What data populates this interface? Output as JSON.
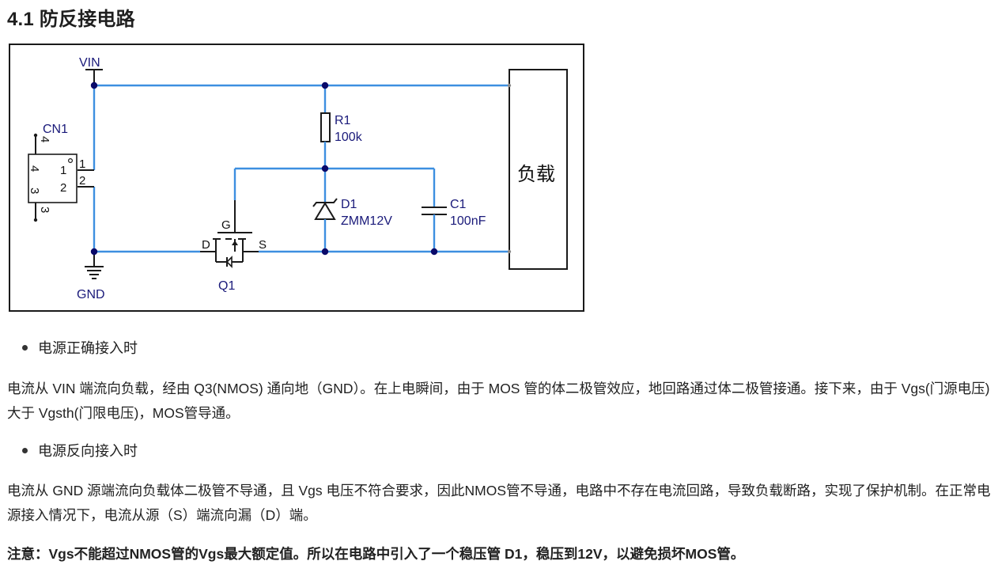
{
  "section": {
    "title": "4.1 防反接电路"
  },
  "circuit": {
    "vin_label": "VIN",
    "gnd_label": "GND",
    "connector": {
      "ref": "CN1",
      "pins": [
        "1",
        "2",
        "3",
        "4"
      ]
    },
    "r1": {
      "ref": "R1",
      "value": "100k"
    },
    "d1": {
      "ref": "D1",
      "value": "ZMM12V"
    },
    "c1": {
      "ref": "C1",
      "value": "100nF"
    },
    "q1": {
      "ref": "Q1",
      "gate": "G",
      "drain": "D",
      "source": "S"
    },
    "load_label": "负载",
    "wire_color": "#3d8fe0",
    "junction_color": "#0a0a6a",
    "label_color": "#1a1a7a"
  },
  "sections": [
    {
      "bullet": "电源正确接入时",
      "paragraph": "电流从 VIN 端流向负载，经由 Q3(NMOS) 通向地（GND）。在上电瞬间，由于 MOS 管的体二极管效应，地回路通过体二极管接通。接下来，由于 Vgs(门源电压)大于 Vgsth(门限电压)，MOS管导通。"
    },
    {
      "bullet": "电源反向接入时",
      "paragraph": "电流从 GND 源端流向负载体二极管不导通，且 Vgs 电压不符合要求，因此NMOS管不导通，电路中不存在电流回路，导致负载断路，实现了保护机制。在正常电源接入情况下，电流从源（S）端流向漏（D）端。"
    }
  ],
  "note": "注意：Vgs不能超过NMOS管的Vgs最大额定值。所以在电路中引入了一个稳压管 D1，稳压到12V，以避免损坏MOS管。"
}
